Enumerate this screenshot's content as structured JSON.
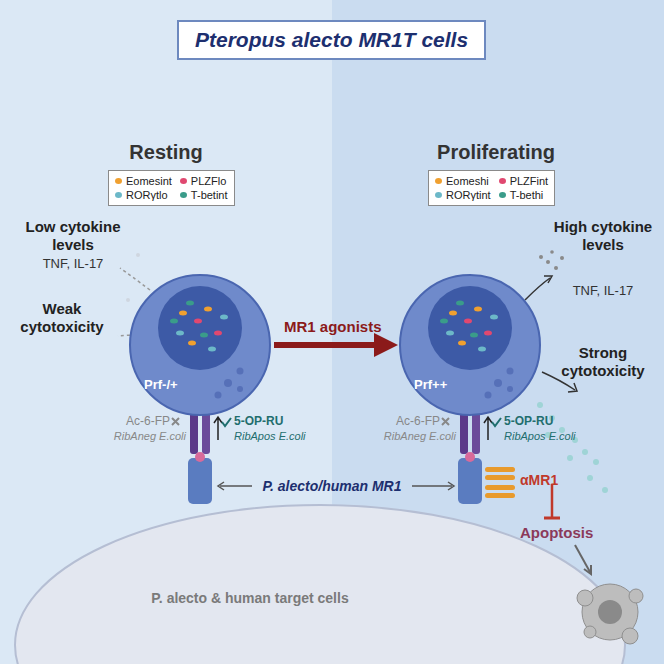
{
  "diagram": {
    "title": "Pteropus alecto MR1T cells",
    "nodes": [
      {
        "text": [
          "Pteropus alecto MR1T cells"
        ]
      },
      {
        "text": [
          "Eomesint",
          "PLZFlo",
          "RORγtlo",
          "T-betint"
        ]
      },
      {
        "text": [
          "Prf-/+"
        ]
      },
      {
        "text": [
          "Eomeshi",
          "PLZFint",
          "RORγtint",
          "T-bethi"
        ]
      },
      {
        "text": [
          "Prf++"
        ]
      }
    ],
    "edges": [
      {
        "from": 2,
        "to": 4,
        "arrow": "to",
        "label": "MR1 agonists"
      }
    ],
    "labels": [
      "Resting",
      "Proliferating",
      "Low cytokine levels",
      "TNF, IL-17",
      "Weak cytotoxicity",
      "High cytokine levels",
      "TNF, IL-17",
      "Strong cytotoxicity",
      "Ac-6-FP",
      "RibAneg E.coli",
      "5-OP-RU",
      "RibApos E.coli",
      "Ac-6-FP",
      "RibAneg E.coli",
      "5-OP-RU",
      "RibApos E.coli",
      "P. alecto/human MR1",
      "αMR1",
      "Apoptosis",
      "P. alecto & human target cells"
    ]
  }
}
